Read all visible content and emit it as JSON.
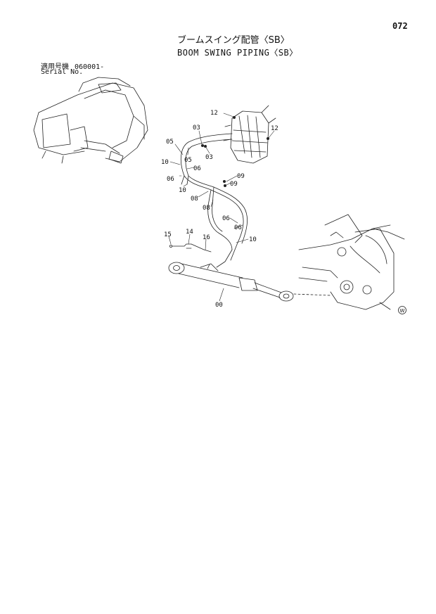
{
  "page_number": "072",
  "title_jp": "ブームスイング配管〈SB〉",
  "title_en": "BOOM SWING PIPING〈SB〉",
  "serial": {
    "label_jp": "適用号機",
    "value": "060001-",
    "label_en": "Serial No."
  },
  "callouts": [
    {
      "id": "c12a",
      "text": "12"
    },
    {
      "id": "c03a",
      "text": "03"
    },
    {
      "id": "c12b",
      "text": "12"
    },
    {
      "id": "c05a",
      "text": "05"
    },
    {
      "id": "c05b",
      "text": "05"
    },
    {
      "id": "c03b",
      "text": "03"
    },
    {
      "id": "c10a",
      "text": "10"
    },
    {
      "id": "c06a",
      "text": "06"
    },
    {
      "id": "c06b",
      "text": "06"
    },
    {
      "id": "c09a",
      "text": "09"
    },
    {
      "id": "c09b",
      "text": "09"
    },
    {
      "id": "c10b",
      "text": "10"
    },
    {
      "id": "c08a",
      "text": "08"
    },
    {
      "id": "c08b",
      "text": "08"
    },
    {
      "id": "c06c",
      "text": "06"
    },
    {
      "id": "c06d",
      "text": "06"
    },
    {
      "id": "c15",
      "text": "15"
    },
    {
      "id": "c14",
      "text": "14"
    },
    {
      "id": "c16",
      "text": "16"
    },
    {
      "id": "c10c",
      "text": "10"
    },
    {
      "id": "c00",
      "text": "00"
    }
  ],
  "corner_mark": "W"
}
